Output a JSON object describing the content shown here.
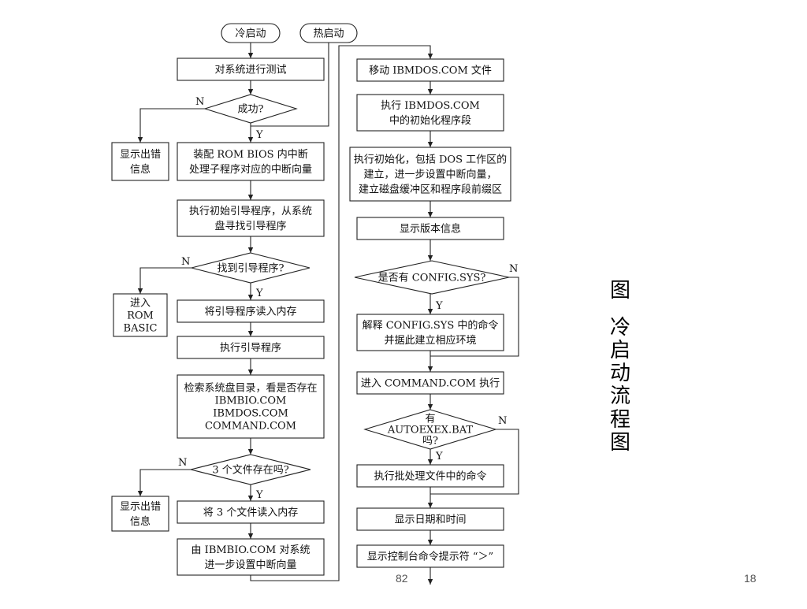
{
  "diagram": {
    "nodes": [
      {
        "id": "cold_start",
        "lines": [
          "冷启动"
        ]
      },
      {
        "id": "warm_start",
        "lines": [
          "热启动"
        ]
      },
      {
        "id": "self_test",
        "lines": [
          "对系统进行测试"
        ]
      },
      {
        "id": "success_q",
        "lines": [
          "成功?"
        ]
      },
      {
        "id": "show_error_1",
        "lines": [
          "显示出错",
          "信息"
        ]
      },
      {
        "id": "load_rom_bios",
        "lines": [
          "装配 ROM BIOS 内中断",
          "处理子程序对应的中断向量"
        ]
      },
      {
        "id": "exec_init_boot",
        "lines": [
          "执行初始引导程序，从系统",
          "盘寻找引导程序"
        ]
      },
      {
        "id": "found_boot_q",
        "lines": [
          "找到引导程序?"
        ]
      },
      {
        "id": "enter_rom_basic",
        "lines": [
          "进入",
          "ROM",
          "BASIC"
        ]
      },
      {
        "id": "read_boot",
        "lines": [
          "将引导程序读入内存"
        ]
      },
      {
        "id": "exec_boot",
        "lines": [
          "执行引导程序"
        ]
      },
      {
        "id": "search_dir",
        "lines": [
          "检索系统盘目录，看是否存在",
          "IBMBIO.COM",
          "IBMDOS.COM",
          "COMMAND.COM"
        ]
      },
      {
        "id": "three_files_q",
        "lines": [
          "3 个文件存在吗?"
        ]
      },
      {
        "id": "show_error_2",
        "lines": [
          "显示出错",
          "信息"
        ]
      },
      {
        "id": "read_three",
        "lines": [
          "将 3 个文件读入内存"
        ]
      },
      {
        "id": "ibmbio_vectors",
        "lines": [
          "由 IBMBIO.COM 对系统",
          "进一步设置中断向量"
        ]
      },
      {
        "id": "move_ibmdos",
        "lines": [
          "移动 IBMDOS.COM 文件"
        ]
      },
      {
        "id": "exec_ibmdos_init",
        "lines": [
          "执行 IBMDOS.COM",
          "中的初始化程序段"
        ]
      },
      {
        "id": "exec_init_dos",
        "lines": [
          "执行初始化，包括 DOS 工作区的",
          "建立，进一步设置中断向量，",
          "建立磁盘缓冲区和程序段前缀区"
        ]
      },
      {
        "id": "show_version",
        "lines": [
          "显示版本信息"
        ]
      },
      {
        "id": "config_sys_q",
        "lines": [
          "是否有 CONFIG.SYS?"
        ]
      },
      {
        "id": "parse_config",
        "lines": [
          "解释 CONFIG.SYS 中的命令",
          "并据此建立相应环境"
        ]
      },
      {
        "id": "enter_command",
        "lines": [
          "进入 COMMAND.COM 执行"
        ]
      },
      {
        "id": "autoexec_q",
        "lines": [
          "有",
          "AUTOEXEX.BAT",
          "吗?"
        ]
      },
      {
        "id": "exec_batch",
        "lines": [
          "执行批处理文件中的命令"
        ]
      },
      {
        "id": "show_datetime",
        "lines": [
          "显示日期和时间"
        ]
      },
      {
        "id": "show_prompt",
        "lines": [
          "显示控制台命令提示符 “＞”"
        ]
      }
    ],
    "edge_labels": [
      {
        "id": "success_n",
        "text": "N"
      },
      {
        "id": "success_y",
        "text": "Y"
      },
      {
        "id": "found_n",
        "text": "N"
      },
      {
        "id": "found_y",
        "text": "Y"
      },
      {
        "id": "files_n",
        "text": "N"
      },
      {
        "id": "files_y",
        "text": "Y"
      },
      {
        "id": "config_n",
        "text": "N"
      },
      {
        "id": "config_y",
        "text": "Y"
      },
      {
        "id": "autoexec_n",
        "text": "N"
      },
      {
        "id": "autoexec_y",
        "text": "Y"
      }
    ]
  },
  "side_title": [
    "图",
    "",
    "冷",
    "启",
    "动",
    "流",
    "程",
    "图"
  ],
  "page_number_left": "82",
  "page_number_right": "18"
}
